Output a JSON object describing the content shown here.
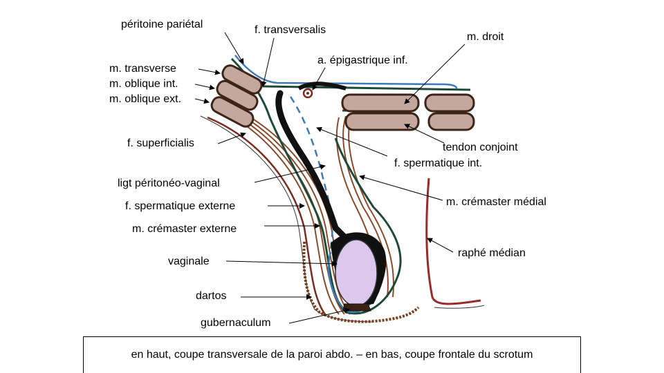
{
  "labels": {
    "peritoine_parietal": "péritoine pariétal",
    "f_transversalis": "f. transversalis",
    "m_droit": "m. droit",
    "a_epigastrique": "a. épigastrique inf.",
    "m_transverse": "m. transverse",
    "m_oblique_int": "m. oblique int.",
    "m_oblique_ext": "m. oblique ext.",
    "f_superficialis": "f. superficialis",
    "tendon_conjoint": "tendon conjoint",
    "f_spermatique_int": "f. spermatique int.",
    "ligt_peritoneo_vaginal": "ligt péritonéo-vaginal",
    "m_cremaster_medial": "m. crémaster médial",
    "f_spermatique_externe": "f. spermatique externe",
    "m_cremaster_externe": "m. crémaster externe",
    "raphe_median": "raphé médian",
    "vaginale": "vaginale",
    "dartos": "dartos",
    "gubernaculum": "gubernaculum"
  },
  "caption": "en haut, coupe transversale de la paroi abdo. – en bas, coupe frontale du scrotum",
  "colors": {
    "muscle_fill": "#c4a89e",
    "muscle_stroke": "#3d2418",
    "cremaster": "#8a4a2a",
    "fascia_green": "#1f4a36",
    "peritoneum_blue": "#3f78b8",
    "dartos": "#7a3f1c",
    "raphe_red": "#9a2a2a",
    "testis_fill": "#dcc8ec",
    "black": "#111111"
  }
}
